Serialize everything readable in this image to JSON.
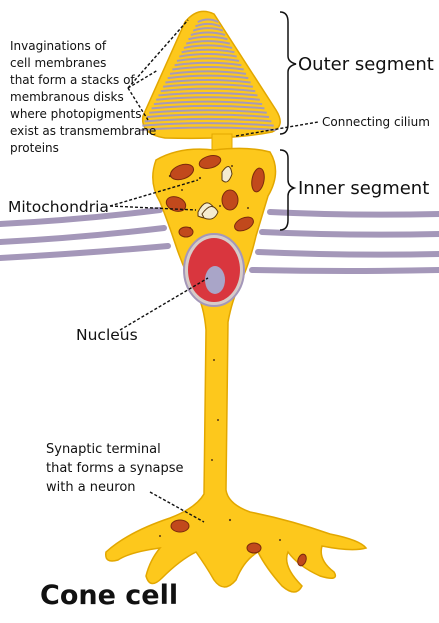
{
  "labels": {
    "invaginations": [
      "Invaginations of",
      "cell membranes",
      "that form a stacks of",
      "membranous disks",
      "where photopigments",
      "exist as transmembrane",
      "proteins"
    ],
    "outer_segment": "Outer segment",
    "connecting_cilium": "Connecting cilium",
    "inner_segment": "Inner segment",
    "mitochondria": "Mitochondria",
    "nucleus": "Nucleus",
    "synaptic_terminal": [
      "Synaptic terminal",
      "that forms a synapse",
      "with a neuron"
    ],
    "title": "Cone cell"
  },
  "colors": {
    "cell_body": "#fdc81c",
    "cell_outline": "#e2a700",
    "disk_lines": "#a79ab8",
    "membrane_bands": "#a497b9",
    "mitochondria": "#c1491c",
    "nucleus": "#d9363e",
    "nucleolus": "#a9a5c8",
    "leader_lines": "#111111"
  }
}
